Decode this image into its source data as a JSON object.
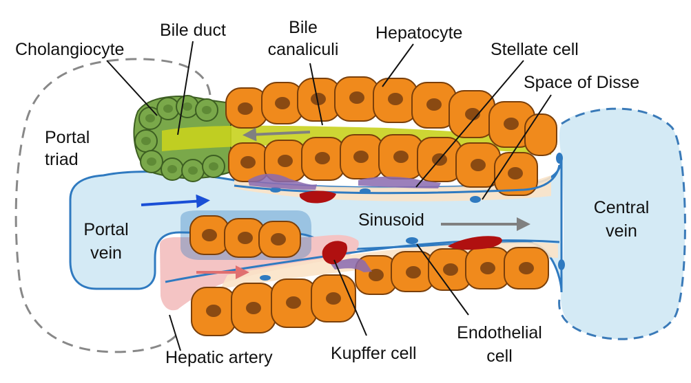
{
  "labels": {
    "cholangiocyte": "Cholangiocyte",
    "bile_duct": "Bile duct",
    "bile_canaliculi_line1": "Bile",
    "bile_canaliculi_line2": "canaliculi",
    "hepatocyte": "Hepatocyte",
    "stellate_cell": "Stellate cell",
    "space_of_disse": "Space of Disse",
    "portal_triad_line1": "Portal",
    "portal_triad_line2": "triad",
    "portal_vein_line1": "Portal",
    "portal_vein_line2": "vein",
    "sinusoid": "Sinusoid",
    "central_vein_line1": "Central",
    "central_vein_line2": "vein",
    "hepatic_artery": "Hepatic artery",
    "kupffer_cell": "Kupffer cell",
    "endothelial_cell_line1": "Endothelial",
    "endothelial_cell_line2": "cell"
  },
  "colors": {
    "hepatocyte_fill": "#f08a1c",
    "hepatocyte_stroke": "#7a3f0a",
    "nucleus": "#8a4a12",
    "cholangiocyte_fill": "#7aa84a",
    "cholangiocyte_stroke": "#3d5f22",
    "bile": "#c8d21e",
    "portal_vein": "#d4eaf5",
    "vessel_outline": "#2f7ac0",
    "hepatic_artery": "#f4c4c4",
    "kupffer": "#b01010",
    "stellate": "#8a6ab0",
    "disse": "#fbe3c8",
    "arrow_blue": "#1a4fd6",
    "arrow_red": "#e07070",
    "arrow_gray": "#808080",
    "dashed_outline": "#888888",
    "central_dashed": "#3a7ab8"
  }
}
